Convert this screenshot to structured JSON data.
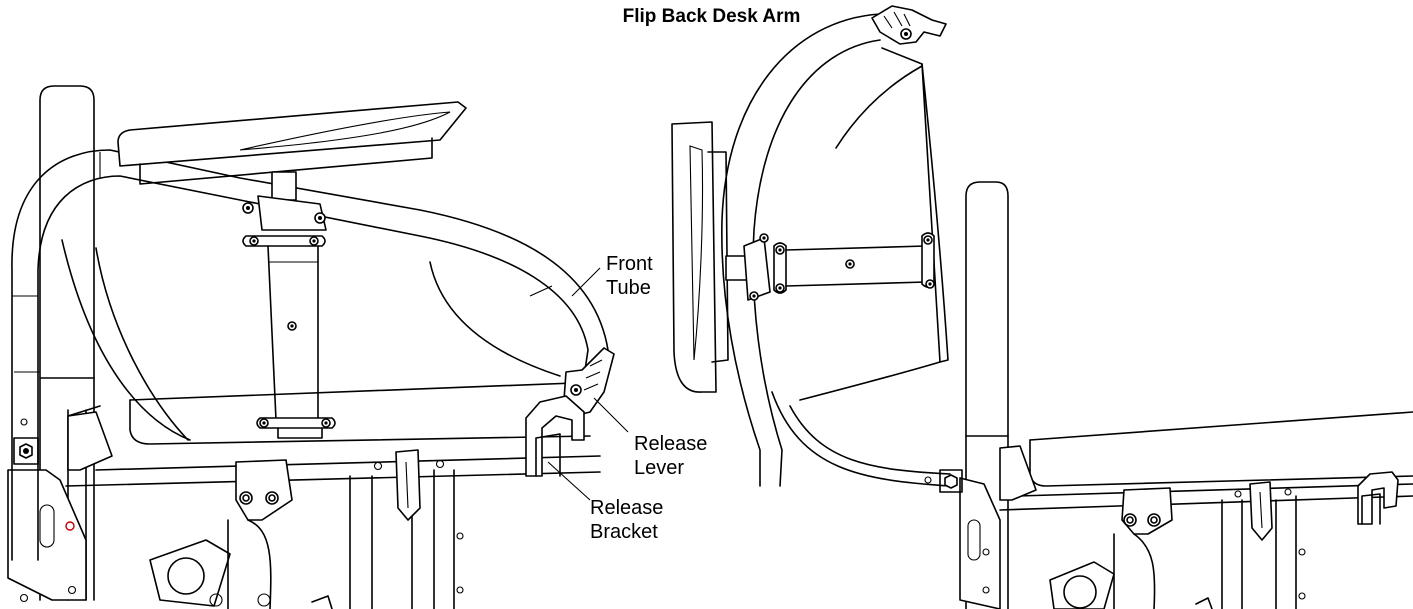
{
  "title": "Flip Back Desk Arm",
  "callouts": {
    "front_tube": "Front\nTube",
    "release_lever": "Release\nLever",
    "release_bracket": "Release\nBracket"
  },
  "colors": {
    "line": "#000000",
    "background": "#ffffff",
    "highlight_hole": "#c00000"
  }
}
